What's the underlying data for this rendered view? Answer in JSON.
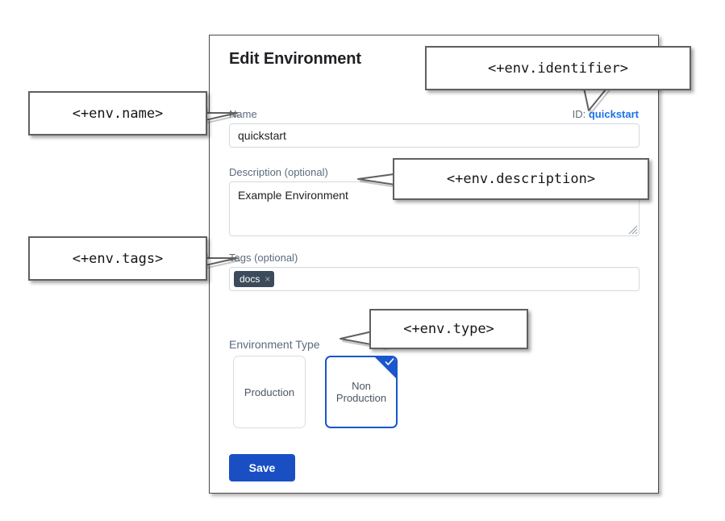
{
  "dialog": {
    "title": "Edit Environment",
    "id_prefix": "ID:",
    "id_value": "quickstart",
    "fields": {
      "name": {
        "label": "Name",
        "value": "quickstart",
        "placeholder": ""
      },
      "description": {
        "label": "Description (optional)",
        "value": "Example Environment",
        "placeholder": ""
      },
      "tags": {
        "label": "Tags (optional)",
        "chips": [
          {
            "label": "docs",
            "remove_icon": "×"
          }
        ],
        "placeholder": ""
      },
      "environment_type": {
        "label": "Environment Type",
        "options": [
          {
            "label": "Production",
            "selected": false
          },
          {
            "label": "Non Production",
            "selected": true
          }
        ],
        "selected_check_icon": "check-icon"
      }
    },
    "save_label": "Save"
  },
  "callouts": {
    "name": "<+env.name>",
    "identifier": "<+env.identifier>",
    "description": "<+env.description>",
    "tags": "<+env.tags>",
    "type": "<+env.type>"
  },
  "colors": {
    "accent_blue": "#1a4fc4",
    "link_blue": "#1a73e8",
    "label_slate": "#5b6b7d",
    "chip_dark": "#3c4b5c",
    "selected_border": "#1a56cc"
  }
}
